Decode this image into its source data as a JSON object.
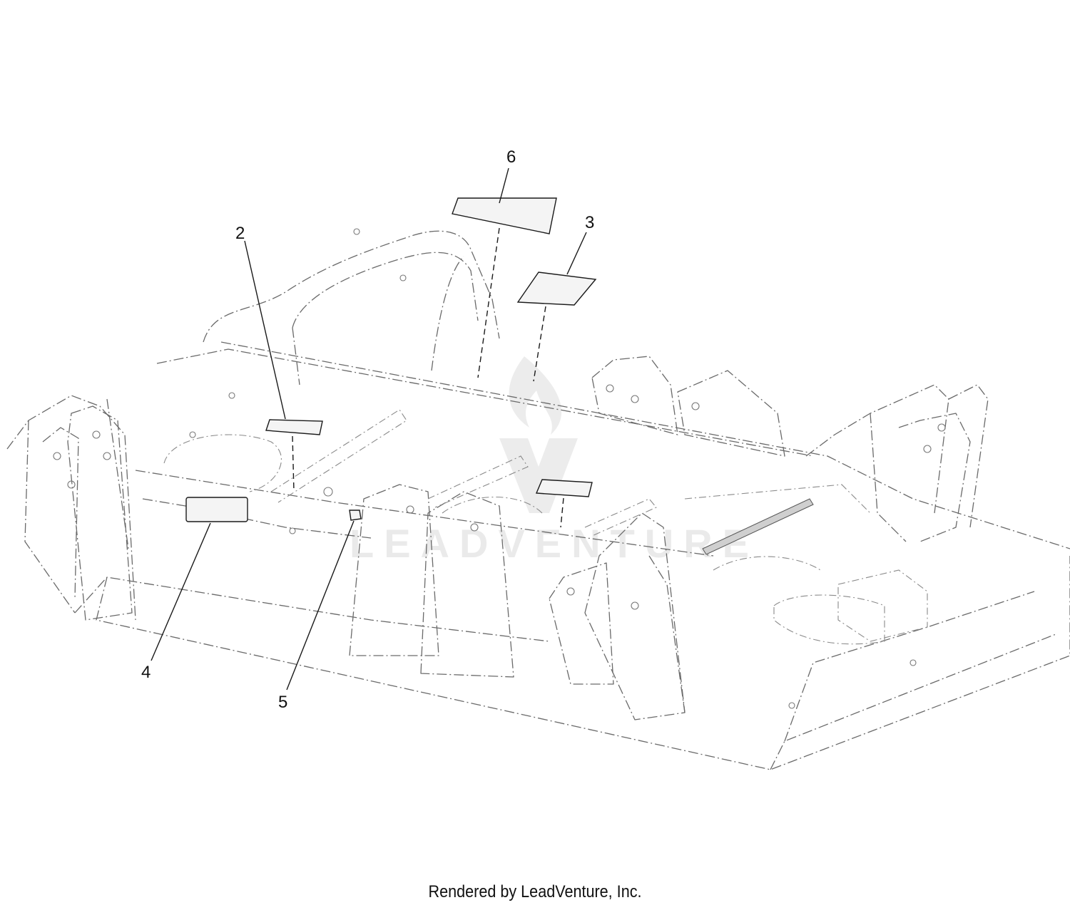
{
  "callouts": [
    "6",
    "2",
    "3",
    "4",
    "5"
  ],
  "footer": {
    "credit": "Rendered by LeadVenture, Inc."
  },
  "watermark": {
    "text": "LEADVENTURE",
    "icon": "leadventure-flame-logo-icon"
  },
  "colors": {
    "line": "#6a6a6a",
    "decal_outline": "#1a1a1a",
    "watermark": "#d8d8d8"
  }
}
